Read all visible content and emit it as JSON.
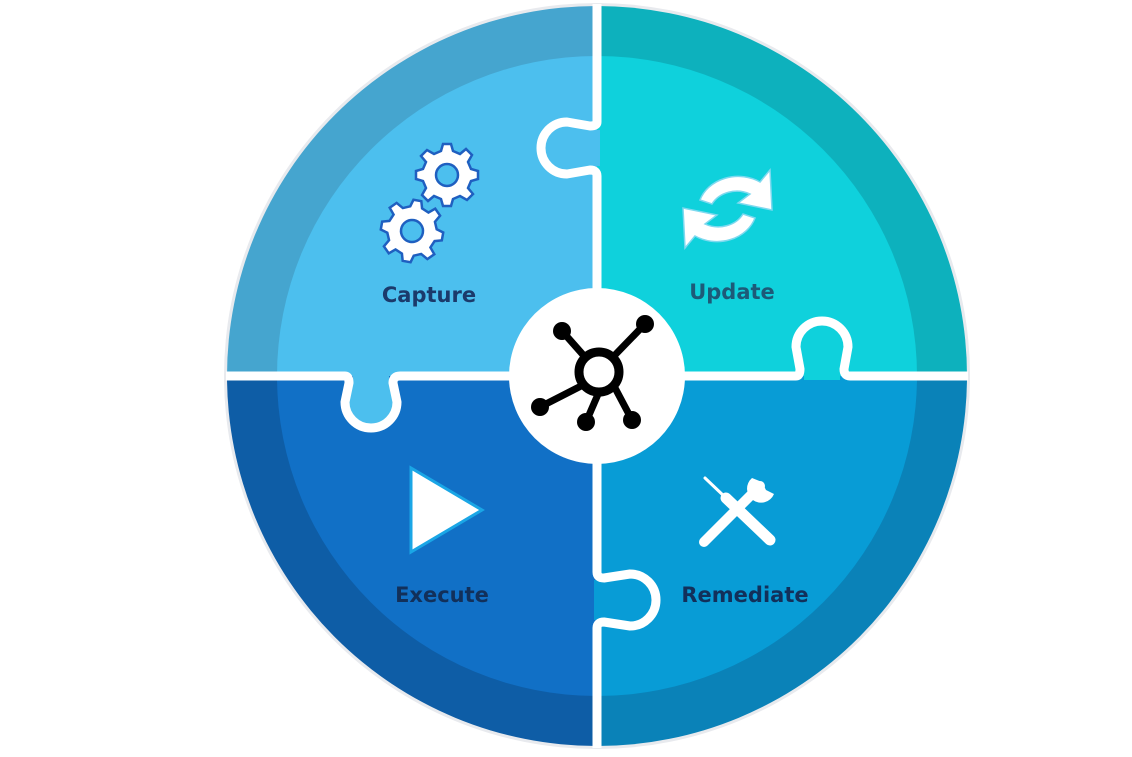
{
  "quadrants": [
    {
      "key": "capture",
      "label": "Capture",
      "icon": "gears-icon",
      "outer": "#45a5cf",
      "inner": "#4cbfee",
      "text": "#1b3a6b"
    },
    {
      "key": "update",
      "label": "Update",
      "icon": "refresh-icon",
      "outer": "#0db1bd",
      "inner": "#0fd1dc",
      "text": "#1d5a78"
    },
    {
      "key": "execute",
      "label": "Execute",
      "icon": "play-icon",
      "outer": "#0e5da6",
      "inner": "#1170c6",
      "text": "#12305a"
    },
    {
      "key": "remediate",
      "label": "Remediate",
      "icon": "screwdriver-wrench-icon",
      "outer": "#0a82b8",
      "inner": "#089cd6",
      "text": "#12305a"
    }
  ],
  "hub": {
    "icon": "network-hub-icon",
    "color": "#000000"
  }
}
